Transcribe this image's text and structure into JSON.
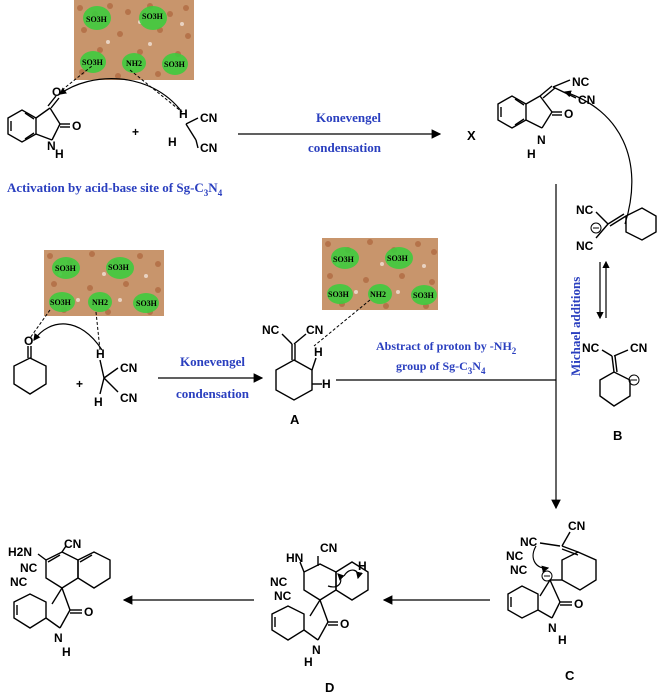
{
  "steps": {
    "step1_line1": "Konevengel",
    "step1_line2": "condensation",
    "step2_line1": "Konevengel",
    "step2_line2": "condensation",
    "activation_text": "Activation by acid-base site of Sg-C",
    "activation_sub3": "3",
    "activation_N": "N",
    "activation_sub4": "4",
    "abstract_line1": "Abstract of proton by -NH",
    "abstract_sub2": "2",
    "abstract_line2a": "group of Sg-C",
    "abstract_sub3": "3",
    "abstract_N": "N",
    "abstract_sub4": "4",
    "michael": "Michael additions"
  },
  "labels": {
    "X": "X",
    "A": "A",
    "B": "B",
    "C": "C",
    "D": "D"
  },
  "sheet_sites": {
    "so3h": "SO3H",
    "nh2": "NH2"
  },
  "atoms": {
    "O": "O",
    "N": "N",
    "H": "H",
    "CN": "CN",
    "NC": "NC",
    "HN": "HN",
    "H2N": "H2N",
    "plus": "+"
  }
}
